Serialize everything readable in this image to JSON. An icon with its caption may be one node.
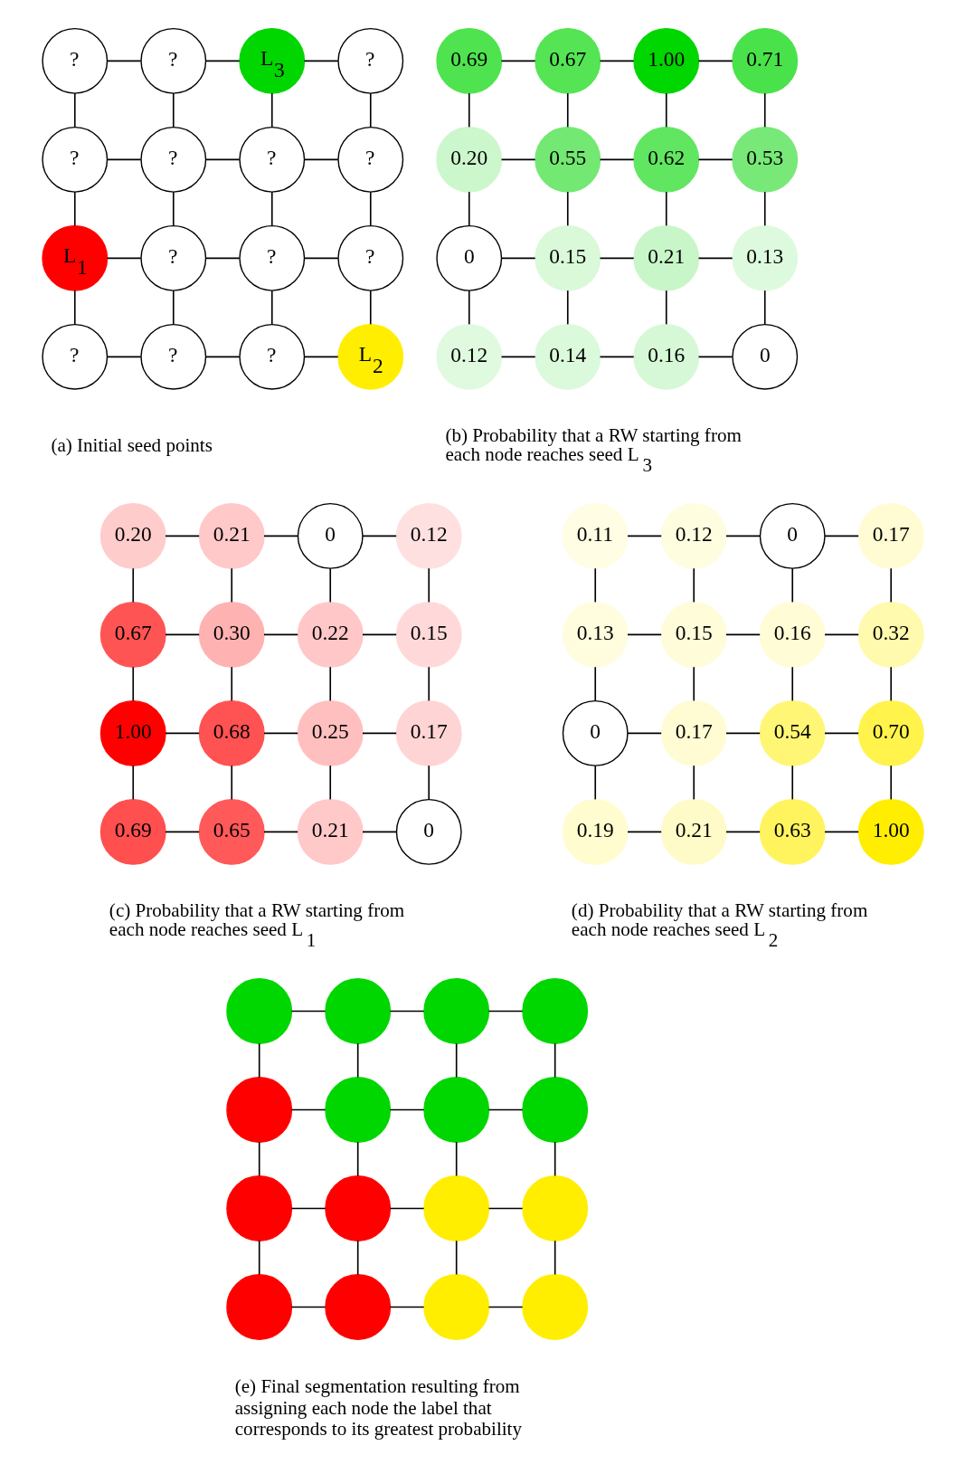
{
  "diagram": {
    "nodes": [
      {
        "text": [
          "?"
        ]
      },
      {
        "text": [
          "?"
        ]
      },
      {
        "text": [
          "L$_{3}$"
        ]
      },
      {
        "text": [
          "?"
        ]
      },
      {
        "text": [
          "?"
        ]
      },
      {
        "text": [
          "?"
        ]
      },
      {
        "text": [
          "?"
        ]
      },
      {
        "text": [
          "?"
        ]
      },
      {
        "text": [
          "L$_{1}$"
        ]
      },
      {
        "text": [
          "?"
        ]
      },
      {
        "text": [
          "?"
        ]
      },
      {
        "text": [
          "?"
        ]
      },
      {
        "text": [
          "?"
        ]
      },
      {
        "text": [
          "?"
        ]
      },
      {
        "text": [
          "?"
        ]
      },
      {
        "text": [
          "L$_{2}$"
        ]
      },
      {
        "text": [
          "0.69"
        ]
      },
      {
        "text": [
          "0.67"
        ]
      },
      {
        "text": [
          "1.00"
        ]
      },
      {
        "text": [
          "0.71"
        ]
      },
      {
        "text": [
          "0.20"
        ]
      },
      {
        "text": [
          "0.55"
        ]
      },
      {
        "text": [
          "0.62"
        ]
      },
      {
        "text": [
          "0.53"
        ]
      },
      {
        "text": [
          "0"
        ]
      },
      {
        "text": [
          "0.15"
        ]
      },
      {
        "text": [
          "0.21"
        ]
      },
      {
        "text": [
          "0.13"
        ]
      },
      {
        "text": [
          "0.12"
        ]
      },
      {
        "text": [
          "0.14"
        ]
      },
      {
        "text": [
          "0.16"
        ]
      },
      {
        "text": [
          "0"
        ]
      },
      {
        "text": [
          "0.20"
        ]
      },
      {
        "text": [
          "0.21"
        ]
      },
      {
        "text": [
          "0"
        ]
      },
      {
        "text": [
          "0.12"
        ]
      },
      {
        "text": [
          "0.67"
        ]
      },
      {
        "text": [
          "0.30"
        ]
      },
      {
        "text": [
          "0.22"
        ]
      },
      {
        "text": [
          "0.15"
        ]
      },
      {
        "text": [
          "1.00"
        ]
      },
      {
        "text": [
          "0.68"
        ]
      },
      {
        "text": [
          "0.25"
        ]
      },
      {
        "text": [
          "0.17"
        ]
      },
      {
        "text": [
          "0.69"
        ]
      },
      {
        "text": [
          "0.65"
        ]
      },
      {
        "text": [
          "0.21"
        ]
      },
      {
        "text": [
          "0"
        ]
      },
      {
        "text": [
          "0.11"
        ]
      },
      {
        "text": [
          "0.12"
        ]
      },
      {
        "text": [
          "0"
        ]
      },
      {
        "text": [
          "0.17"
        ]
      },
      {
        "text": [
          "0.13"
        ]
      },
      {
        "text": [
          "0.15"
        ]
      },
      {
        "text": [
          "0.16"
        ]
      },
      {
        "text": [
          "0.32"
        ]
      },
      {
        "text": [
          "0"
        ]
      },
      {
        "text": [
          "0.17"
        ]
      },
      {
        "text": [
          "0.54"
        ]
      },
      {
        "text": [
          "0.70"
        ]
      },
      {
        "text": [
          "0.19"
        ]
      },
      {
        "text": [
          "0.21"
        ]
      },
      {
        "text": [
          "0.63"
        ]
      },
      {
        "text": [
          "1.00"
        ]
      },
      {
        "text": [],
        "shape": "circle"
      },
      {
        "text": [],
        "shape": "circle"
      },
      {
        "text": [],
        "shape": "circle"
      },
      {
        "text": [],
        "shape": "circle"
      },
      {
        "text": [],
        "shape": "circle"
      },
      {
        "text": [],
        "shape": "circle"
      },
      {
        "text": [],
        "shape": "circle"
      },
      {
        "text": [],
        "shape": "circle"
      },
      {
        "text": [],
        "shape": "circle"
      },
      {
        "text": [],
        "shape": "circle"
      },
      {
        "text": [],
        "shape": "circle"
      },
      {
        "text": [],
        "shape": "circle"
      },
      {
        "text": [],
        "shape": "circle"
      },
      {
        "text": [],
        "shape": "circle"
      },
      {
        "text": [],
        "shape": "circle"
      },
      {
        "text": [],
        "shape": "circle"
      }
    ],
    "edges": [
      {
        "from": 0,
        "to": 1,
        "arrow": "none"
      },
      {
        "from": 1,
        "to": 2,
        "arrow": "none"
      },
      {
        "from": 2,
        "to": 3,
        "arrow": "none"
      },
      {
        "from": 0,
        "to": 4,
        "arrow": "none"
      },
      {
        "from": 1,
        "to": 5,
        "arrow": "none"
      },
      {
        "from": 2,
        "to": 6,
        "arrow": "none"
      },
      {
        "from": 3,
        "to": 7,
        "arrow": "none"
      },
      {
        "from": 4,
        "to": 5,
        "arrow": "none"
      },
      {
        "from": 5,
        "to": 6,
        "arrow": "none"
      },
      {
        "from": 6,
        "to": 7,
        "arrow": "none"
      },
      {
        "from": 4,
        "to": 8,
        "arrow": "none"
      },
      {
        "from": 5,
        "to": 9,
        "arrow": "none"
      },
      {
        "from": 6,
        "to": 10,
        "arrow": "none"
      },
      {
        "from": 7,
        "to": 11,
        "arrow": "none"
      },
      {
        "from": 8,
        "to": 9,
        "arrow": "none"
      },
      {
        "from": 9,
        "to": 10,
        "arrow": "none"
      },
      {
        "from": 10,
        "to": 11,
        "arrow": "none"
      },
      {
        "from": 8,
        "to": 12,
        "arrow": "none"
      },
      {
        "from": 9,
        "to": 13,
        "arrow": "none"
      },
      {
        "from": 10,
        "to": 14,
        "arrow": "none"
      },
      {
        "from": 11,
        "to": 15,
        "arrow": "none"
      },
      {
        "from": 12,
        "to": 13,
        "arrow": "none"
      },
      {
        "from": 13,
        "to": 14,
        "arrow": "none"
      },
      {
        "from": 14,
        "to": 15,
        "arrow": "none"
      },
      {
        "from": 16,
        "to": 17,
        "arrow": "none"
      },
      {
        "from": 17,
        "to": 18,
        "arrow": "none"
      },
      {
        "from": 18,
        "to": 19,
        "arrow": "none"
      },
      {
        "from": 16,
        "to": 20,
        "arrow": "none"
      },
      {
        "from": 17,
        "to": 21,
        "arrow": "none"
      },
      {
        "from": 18,
        "to": 22,
        "arrow": "none"
      },
      {
        "from": 19,
        "to": 23,
        "arrow": "none"
      },
      {
        "from": 20,
        "to": 21,
        "arrow": "none"
      },
      {
        "from": 21,
        "to": 22,
        "arrow": "none"
      },
      {
        "from": 22,
        "to": 23,
        "arrow": "none"
      },
      {
        "from": 20,
        "to": 24,
        "arrow": "none"
      },
      {
        "from": 21,
        "to": 25,
        "arrow": "none"
      },
      {
        "from": 22,
        "to": 26,
        "arrow": "none"
      },
      {
        "from": 23,
        "to": 27,
        "arrow": "none"
      },
      {
        "from": 24,
        "to": 25,
        "arrow": "none"
      },
      {
        "from": 25,
        "to": 26,
        "arrow": "none"
      },
      {
        "from": 26,
        "to": 27,
        "arrow": "none"
      },
      {
        "from": 24,
        "to": 28,
        "arrow": "none"
      },
      {
        "from": 25,
        "to": 29,
        "arrow": "none"
      },
      {
        "from": 26,
        "to": 30,
        "arrow": "none"
      },
      {
        "from": 27,
        "to": 31,
        "arrow": "none"
      },
      {
        "from": 28,
        "to": 29,
        "arrow": "none"
      },
      {
        "from": 29,
        "to": 30,
        "arrow": "none"
      },
      {
        "from": 30,
        "to": 31,
        "arrow": "none"
      },
      {
        "from": 32,
        "to": 33,
        "arrow": "none"
      },
      {
        "from": 33,
        "to": 34,
        "arrow": "none"
      },
      {
        "from": 34,
        "to": 35,
        "arrow": "none"
      },
      {
        "from": 32,
        "to": 36,
        "arrow": "none"
      },
      {
        "from": 33,
        "to": 37,
        "arrow": "none"
      },
      {
        "from": 34,
        "to": 38,
        "arrow": "none"
      },
      {
        "from": 35,
        "to": 39,
        "arrow": "none"
      },
      {
        "from": 36,
        "to": 37,
        "arrow": "none"
      },
      {
        "from": 37,
        "to": 38,
        "arrow": "none"
      },
      {
        "from": 38,
        "to": 39,
        "arrow": "none"
      },
      {
        "from": 36,
        "to": 40,
        "arrow": "none"
      },
      {
        "from": 37,
        "to": 41,
        "arrow": "none"
      },
      {
        "from": 38,
        "to": 42,
        "arrow": "none"
      },
      {
        "from": 39,
        "to": 43,
        "arrow": "none"
      },
      {
        "from": 40,
        "to": 41,
        "arrow": "none"
      },
      {
        "from": 41,
        "to": 42,
        "arrow": "none"
      },
      {
        "from": 42,
        "to": 43,
        "arrow": "none"
      },
      {
        "from": 40,
        "to": 44,
        "arrow": "none"
      },
      {
        "from": 41,
        "to": 45,
        "arrow": "none"
      },
      {
        "from": 42,
        "to": 46,
        "arrow": "none"
      },
      {
        "from": 43,
        "to": 47,
        "arrow": "none"
      },
      {
        "from": 44,
        "to": 45,
        "arrow": "none"
      },
      {
        "from": 45,
        "to": 46,
        "arrow": "none"
      },
      {
        "from": 46,
        "to": 47,
        "arrow": "none"
      },
      {
        "from": 48,
        "to": 49,
        "arrow": "none"
      },
      {
        "from": 49,
        "to": 50,
        "arrow": "none"
      },
      {
        "from": 50,
        "to": 51,
        "arrow": "none"
      },
      {
        "from": 48,
        "to": 52,
        "arrow": "none"
      },
      {
        "from": 49,
        "to": 53,
        "arrow": "none"
      },
      {
        "from": 50,
        "to": 54,
        "arrow": "none"
      },
      {
        "from": 51,
        "to": 55,
        "arrow": "none"
      },
      {
        "from": 52,
        "to": 53,
        "arrow": "none"
      },
      {
        "from": 53,
        "to": 54,
        "arrow": "none"
      },
      {
        "from": 54,
        "to": 55,
        "arrow": "none"
      },
      {
        "from": 52,
        "to": 56,
        "arrow": "none"
      },
      {
        "from": 53,
        "to": 57,
        "arrow": "none"
      },
      {
        "from": 54,
        "to": 58,
        "arrow": "none"
      },
      {
        "from": 55,
        "to": 59,
        "arrow": "none"
      },
      {
        "from": 56,
        "to": 57,
        "arrow": "none"
      },
      {
        "from": 57,
        "to": 58,
        "arrow": "none"
      },
      {
        "from": 58,
        "to": 59,
        "arrow": "none"
      },
      {
        "from": 56,
        "to": 60,
        "arrow": "none"
      },
      {
        "from": 57,
        "to": 61,
        "arrow": "none"
      },
      {
        "from": 58,
        "to": 62,
        "arrow": "none"
      },
      {
        "from": 59,
        "to": 63,
        "arrow": "none"
      },
      {
        "from": 60,
        "to": 61,
        "arrow": "none"
      },
      {
        "from": 61,
        "to": 62,
        "arrow": "none"
      },
      {
        "from": 62,
        "to": 63,
        "arrow": "none"
      },
      {
        "from": 64,
        "to": 65,
        "arrow": "none"
      },
      {
        "from": 65,
        "to": 66,
        "arrow": "none"
      },
      {
        "from": 66,
        "to": 67,
        "arrow": "none"
      },
      {
        "from": 64,
        "to": 68,
        "arrow": "none"
      },
      {
        "from": 65,
        "to": 69,
        "arrow": "none"
      },
      {
        "from": 66,
        "to": 70,
        "arrow": "none"
      },
      {
        "from": 67,
        "to": 71,
        "arrow": "none"
      },
      {
        "from": 68,
        "to": 69,
        "arrow": "none"
      },
      {
        "from": 69,
        "to": 70,
        "arrow": "none"
      },
      {
        "from": 70,
        "to": 71,
        "arrow": "none"
      },
      {
        "from": 68,
        "to": 72,
        "arrow": "none"
      },
      {
        "from": 69,
        "to": 73,
        "arrow": "none"
      },
      {
        "from": 70,
        "to": 74,
        "arrow": "none"
      },
      {
        "from": 71,
        "to": 75,
        "arrow": "none"
      },
      {
        "from": 72,
        "to": 73,
        "arrow": "none"
      },
      {
        "from": 73,
        "to": 74,
        "arrow": "none"
      },
      {
        "from": 74,
        "to": 75,
        "arrow": "none"
      },
      {
        "from": 72,
        "to": 76,
        "arrow": "none"
      },
      {
        "from": 73,
        "to": 77,
        "arrow": "none"
      },
      {
        "from": 74,
        "to": 78,
        "arrow": "none"
      },
      {
        "from": 75,
        "to": 79,
        "arrow": "none"
      },
      {
        "from": 76,
        "to": 77,
        "arrow": "none"
      },
      {
        "from": 77,
        "to": 78,
        "arrow": "none"
      },
      {
        "from": 78,
        "to": 79,
        "arrow": "none"
      }
    ],
    "labels": [
      "(a) Initial seed points",
      "(b) Probability that a RW starting from each node reaches seed L$_{3}$",
      "(c) Probability that a RW starting from each node reaches seed L$_{1}$",
      "(d) Probability that a RW starting from each node reaches seed L$_{2}$",
      "(e) Final segmentation resulting from assigning each node the label that corresponds to its greatest probability"
    ]
  }
}
